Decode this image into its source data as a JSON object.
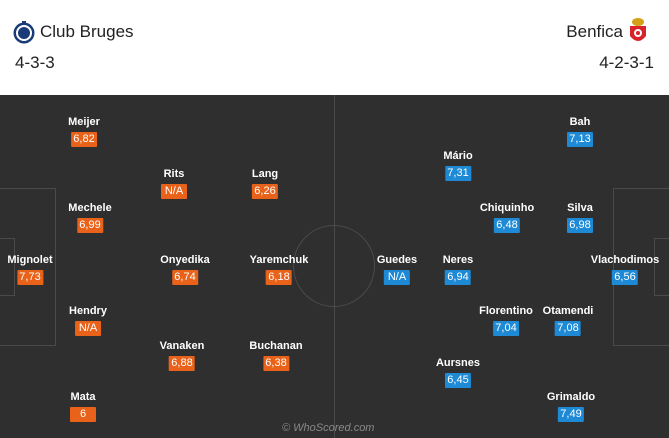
{
  "home": {
    "name": "Club Bruges",
    "formation": "4-3-3",
    "rating_color": "#e8621a",
    "players": [
      {
        "name": "Mignolet",
        "rating": "7,73"
      },
      {
        "name": "Meijer",
        "rating": "6,82"
      },
      {
        "name": "Mechele",
        "rating": "6,99"
      },
      {
        "name": "Hendry",
        "rating": "N/A"
      },
      {
        "name": "Mata",
        "rating": "6"
      },
      {
        "name": "Rits",
        "rating": "N/A"
      },
      {
        "name": "Onyedika",
        "rating": "6,74"
      },
      {
        "name": "Vanaken",
        "rating": "6,88"
      },
      {
        "name": "Lang",
        "rating": "6,26"
      },
      {
        "name": "Yaremchuk",
        "rating": "6,18"
      },
      {
        "name": "Buchanan",
        "rating": "6,38"
      }
    ]
  },
  "away": {
    "name": "Benfica",
    "formation": "4-2-3-1",
    "rating_color": "#1e8ad6",
    "players": [
      {
        "name": "Vlachodimos",
        "rating": "6,56"
      },
      {
        "name": "Bah",
        "rating": "7,13"
      },
      {
        "name": "Silva",
        "rating": "6,98"
      },
      {
        "name": "Otamendi",
        "rating": "7,08"
      },
      {
        "name": "Grimaldo",
        "rating": "7,49"
      },
      {
        "name": "Chiquinho",
        "rating": "6,48"
      },
      {
        "name": "Florentino",
        "rating": "7,04"
      },
      {
        "name": "Mário",
        "rating": "7,31"
      },
      {
        "name": "Neres",
        "rating": "6,94"
      },
      {
        "name": "Aursnes",
        "rating": "6,45"
      },
      {
        "name": "Guedes",
        "rating": "N/A"
      }
    ]
  },
  "watermark": "© WhoScored.com"
}
